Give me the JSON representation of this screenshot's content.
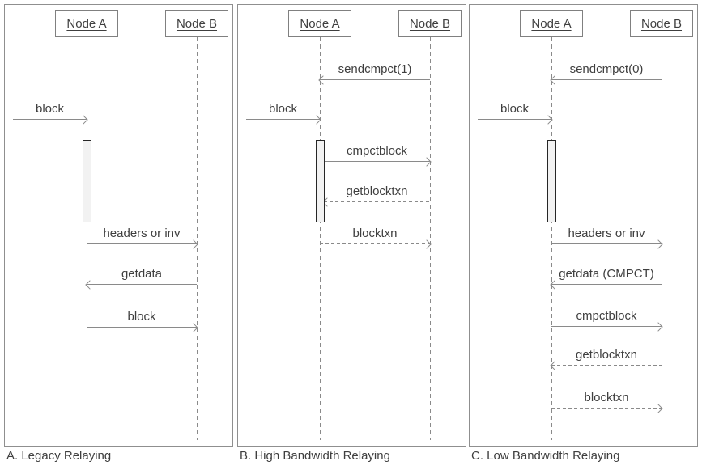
{
  "colors": {
    "background": "#ffffff",
    "panel_border": "#8f8f8f",
    "node_box_border": "#808080",
    "line": "#8a8a8a",
    "text": "#3f3f3f",
    "activation_fill": "#f2f2f2",
    "activation_border": "#262626"
  },
  "diagram_type": "sequence-diagram",
  "panels": [
    {
      "id": "legacy",
      "caption": "A. Legacy Relaying",
      "node_a": "Node A",
      "node_b": "Node B",
      "activation": {
        "node": "Node A"
      },
      "messages": [
        {
          "label": "block",
          "from": "external-left",
          "to": "Node A",
          "line": "solid"
        },
        {
          "label": "headers or inv",
          "from": "Node A",
          "to": "Node B",
          "line": "solid"
        },
        {
          "label": "getdata",
          "from": "Node B",
          "to": "Node A",
          "line": "solid"
        },
        {
          "label": "block",
          "from": "Node A",
          "to": "Node B",
          "line": "solid"
        }
      ]
    },
    {
      "id": "high-bandwidth",
      "caption": "B. High Bandwidth Relaying",
      "node_a": "Node A",
      "node_b": "Node B",
      "activation": {
        "node": "Node A"
      },
      "messages": [
        {
          "label": "sendcmpct(1)",
          "from": "Node B",
          "to": "Node A",
          "line": "solid"
        },
        {
          "label": "block",
          "from": "external-left",
          "to": "Node A",
          "line": "solid"
        },
        {
          "label": "cmpctblock",
          "from": "Node A",
          "to": "Node B",
          "line": "solid"
        },
        {
          "label": "getblocktxn",
          "from": "Node B",
          "to": "Node A",
          "line": "dashed"
        },
        {
          "label": "blocktxn",
          "from": "Node A",
          "to": "Node B",
          "line": "dashed"
        }
      ]
    },
    {
      "id": "low-bandwidth",
      "caption": "C. Low Bandwidth Relaying",
      "node_a": "Node A",
      "node_b": "Node B",
      "activation": {
        "node": "Node A"
      },
      "messages": [
        {
          "label": "sendcmpct(0)",
          "from": "Node B",
          "to": "Node A",
          "line": "solid"
        },
        {
          "label": "block",
          "from": "external-left",
          "to": "Node A",
          "line": "solid"
        },
        {
          "label": "headers or inv",
          "from": "Node A",
          "to": "Node B",
          "line": "solid"
        },
        {
          "label": "getdata (CMPCT)",
          "from": "Node B",
          "to": "Node A",
          "line": "solid"
        },
        {
          "label": "cmpctblock",
          "from": "Node A",
          "to": "Node B",
          "line": "solid"
        },
        {
          "label": "getblocktxn",
          "from": "Node B",
          "to": "Node A",
          "line": "dashed"
        },
        {
          "label": "blocktxn",
          "from": "Node A",
          "to": "Node B",
          "line": "dashed"
        }
      ]
    }
  ]
}
